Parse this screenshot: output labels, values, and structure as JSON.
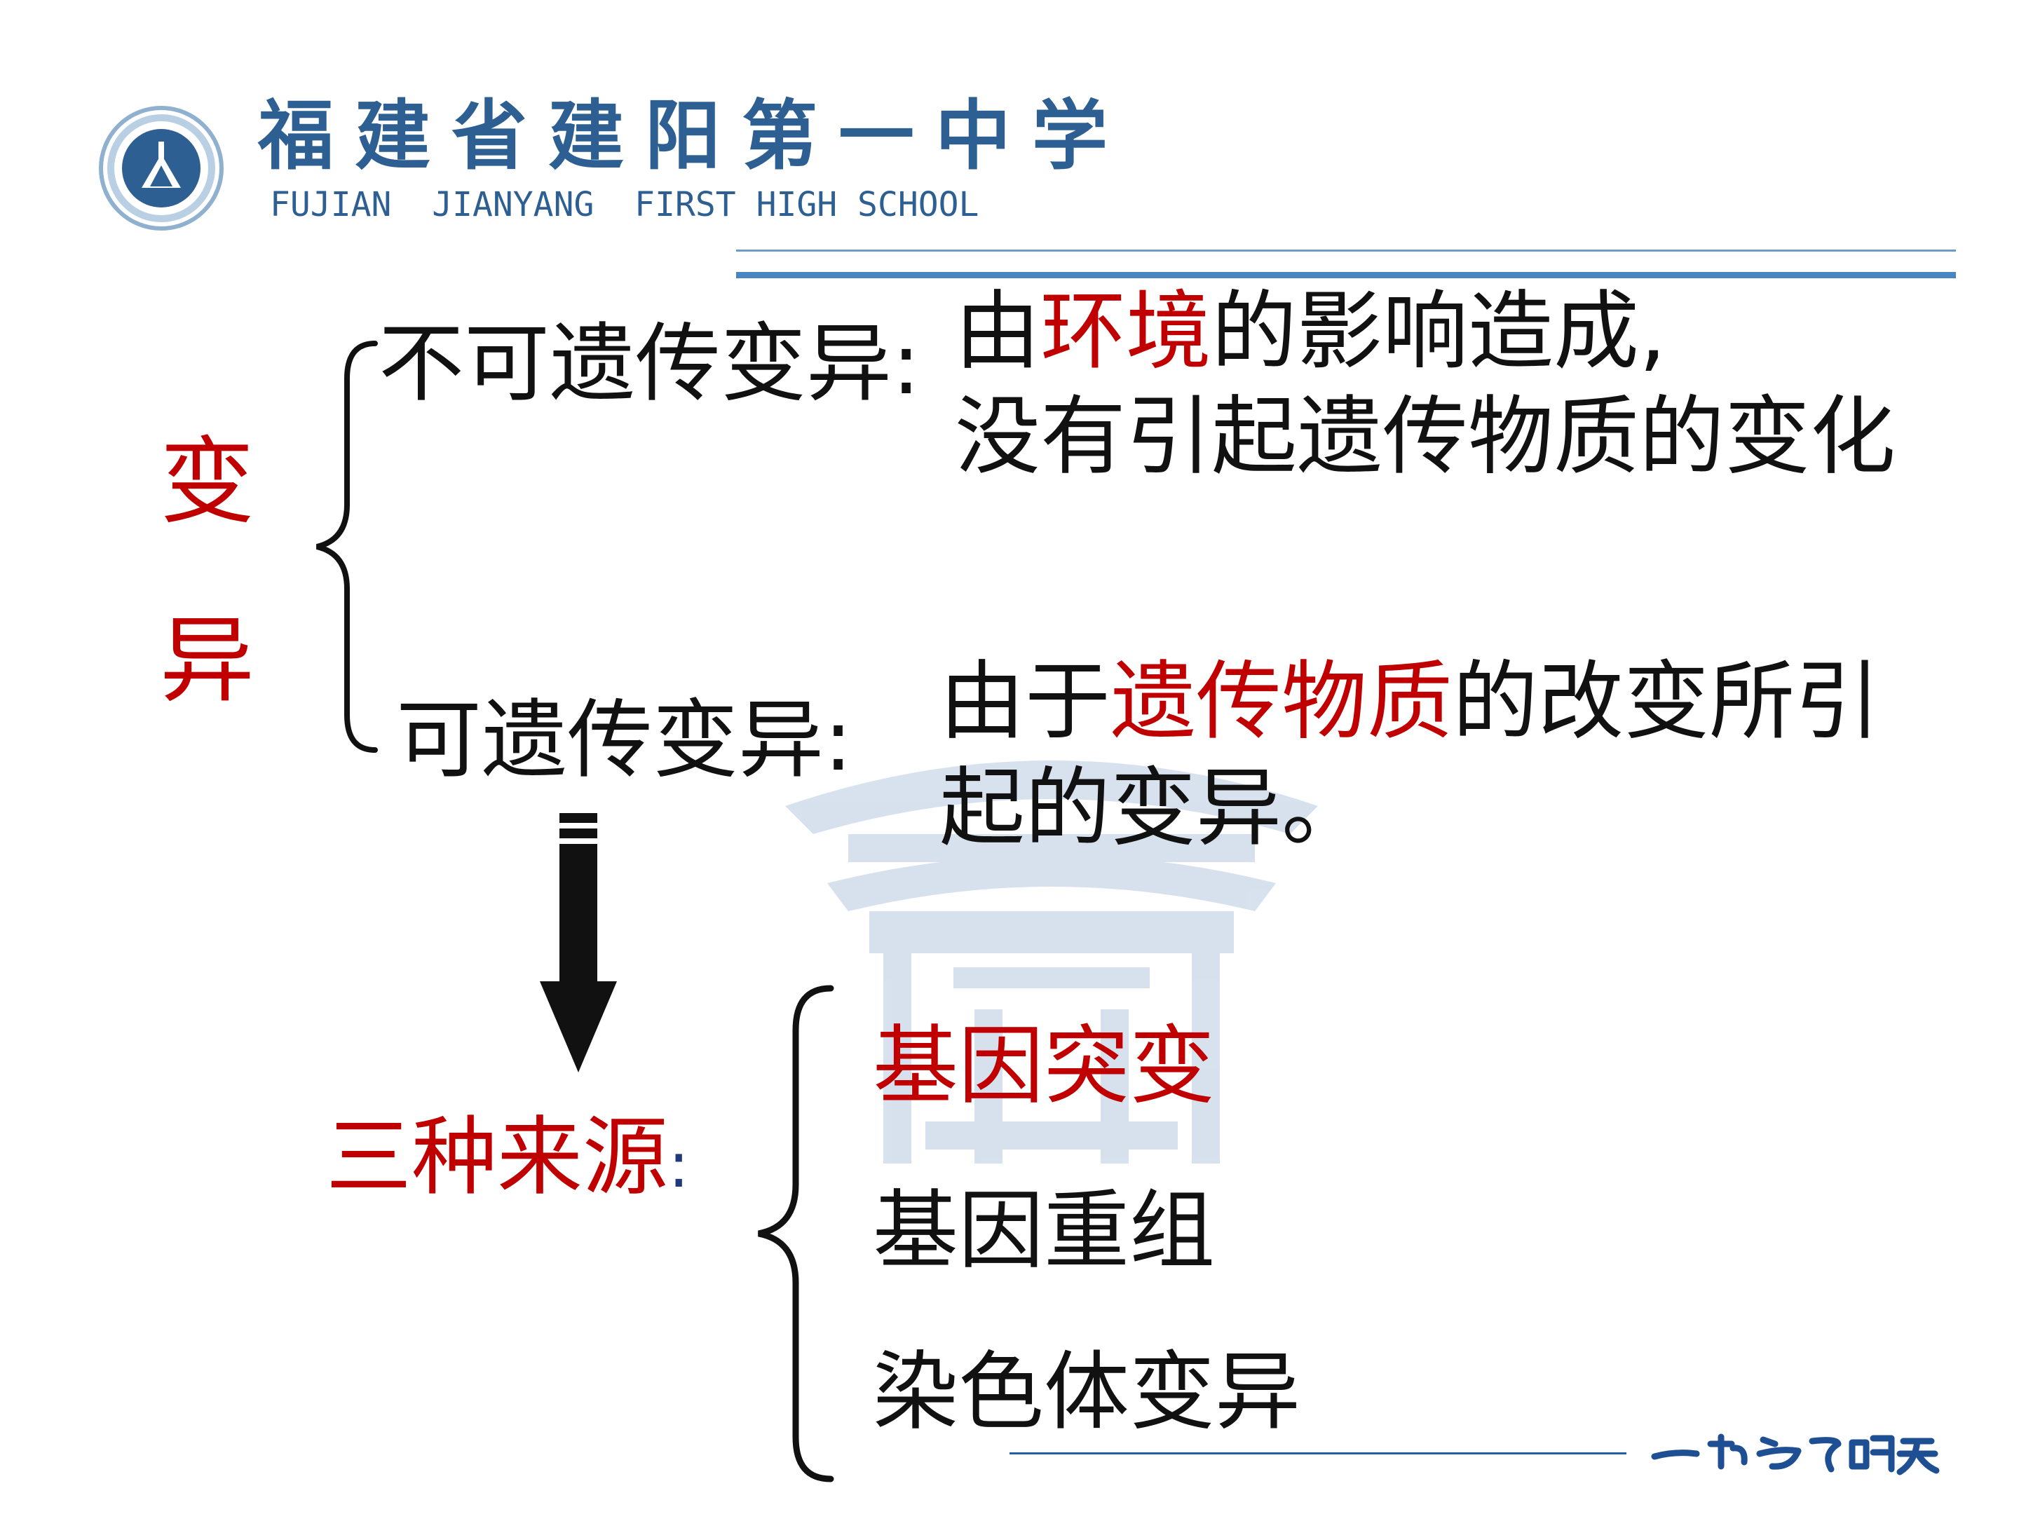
{
  "header": {
    "school_name_cn": "福建省建阳第一中学",
    "school_name_en": "FUJIAN  JIANYANG  FIRST HIGH SCHOOL"
  },
  "main": {
    "variation_label_1": "变",
    "variation_label_2": "异",
    "non_heritable": {
      "title": "不可遗传变异:",
      "desc_line1_pre": "由",
      "desc_line1_highlight": "环境",
      "desc_line1_post": "的影响造成,",
      "desc_line2": "没有引起遗传物质的变化"
    },
    "heritable": {
      "title": "可遗传变异:",
      "desc_line1_pre": "由于",
      "desc_line1_highlight": "遗传物质",
      "desc_line1_post": "的改变所引",
      "desc_line2": "起的变异。"
    },
    "sources": {
      "title": "三种来源",
      "colon": ":",
      "items": [
        "基因突变",
        "基因重组",
        "染色体变异"
      ]
    }
  },
  "colors": {
    "accent_red": "#c00000",
    "brand_blue": "#2d5f93",
    "line_blue": "#4a85c0"
  }
}
